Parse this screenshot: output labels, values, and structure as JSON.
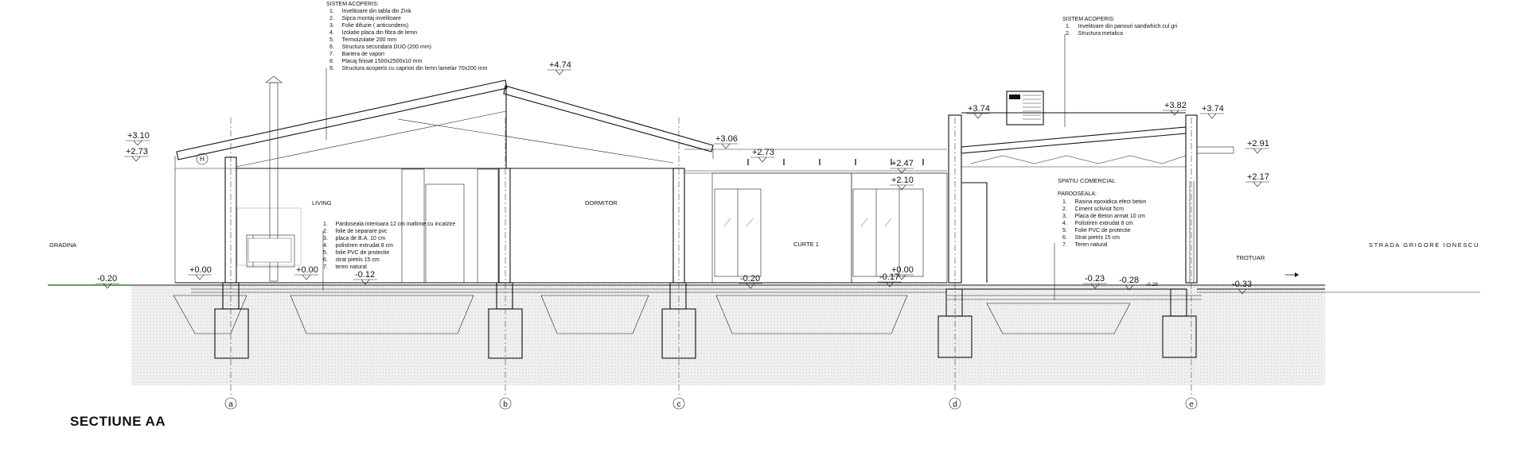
{
  "drawing_title": "SECTIUNE AA",
  "roof_left": {
    "heading": "SISTEM ACOPERIS:",
    "items": [
      "1.     Invelitoare din tabla din Zink",
      "2.     Sipca montaj invelitoare",
      "3.     Folie difuzie ( anticondens)",
      "4.     Izolatie placa din fibra de lemn",
      "5.     Termoizolatie 200 mm",
      "6.     Structura secundara DUO (200 mm)",
      "7.     Bariera de vapori",
      "8.     Placaj finisat 1500x2500x10 mm",
      "9.     Structura acoperis cu capriori din lemn lamelar 70x200 mm"
    ]
  },
  "roof_right": {
    "heading": "SISTEM ACOPERIS:",
    "items": [
      "1.     Invelitoare din panouri sandwhich  cul gri",
      "2.     Structura metalica"
    ]
  },
  "floor_left": {
    "items": [
      "1.     Pardoseala interioara 12 cm inaltime cu incalzire",
      "2.     folie de separare pvc",
      "3.     placa de B.A. 10 cm",
      "4.     polistiren extrudat 8 cm",
      "5.     folie PVC de protectie",
      "6.     strat pietris 15 cm",
      "7.     teren natural"
    ]
  },
  "floor_right": {
    "room": "SPATIU COMERCIAL",
    "heading": "PARDOSEALA:",
    "items": [
      "1.     Rasina epoxidica efect beton",
      "2.     Ciment sclivisit 5cm",
      "3.     Placa de Beton armat 10 cm",
      "4.     Polistiren extrudat 8 cm",
      "5.     Folie PVC de protectie",
      "6.     Strat pietris 15 cm",
      "7.     Teren natural"
    ]
  },
  "rooms": {
    "living": "LIVING",
    "dormitor": "DORMITOR",
    "curte": "CURTE 1",
    "gradina": "GRADINA",
    "trotuar": "TROTUAR",
    "strada": "STRADA GRIGORE IONESCU"
  },
  "levels": {
    "l474": "+4.74",
    "l310": "+3.10",
    "l273a": "+2.73",
    "l306": "+3.06",
    "l273b": "+2.73",
    "l247": "+2.47",
    "l210": "+2.10",
    "l374a": "+3.74",
    "l382": "+3.82",
    "l374b": "+3.74",
    "l291": "+2.91",
    "l217": "+2.17",
    "l000a": "+0.00",
    "l000b": "+0.00",
    "l000c": "+0.00",
    "m020a": "-0.20",
    "m012": "-0.12",
    "m020b": "-0.20",
    "m017": "-0.17",
    "m023": "-0.23",
    "m028": "-0.28",
    "m028s": "-0.28",
    "m033": "-0.33"
  },
  "axes": [
    "a",
    "b",
    "c",
    "d",
    "e"
  ],
  "marker_h": "H",
  "colors": {
    "grade_line": "#1a8a2a",
    "line": "#111111",
    "soil": "#f0f0f0"
  }
}
